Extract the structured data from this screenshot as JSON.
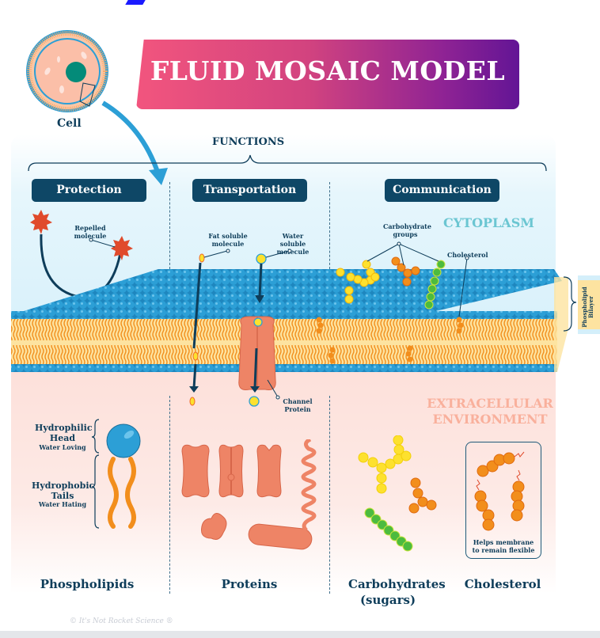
{
  "title": "FLUID MOSAIC MODEL",
  "cell_label": "Cell",
  "functions_heading": "FUNCTIONS",
  "sections": [
    {
      "label": "Protection"
    },
    {
      "label": "Transportation"
    },
    {
      "label": "Communication"
    }
  ],
  "annotations": {
    "repelled_molecule": "Repelled molecule",
    "fat_soluble": "Fat soluble molecule",
    "water_soluble": "Water soluble molecule",
    "carbohydrate_groups": "Carbohydrate groups",
    "cholesterol": "Cholesterol",
    "channel_protein": "Channel Protein",
    "phospholipid_bilayer": "Phospholipid Bilayer"
  },
  "regions": {
    "cytoplasm": "CYTOPLASM",
    "extracellular_line1": "EXTRACELLULAR",
    "extracellular_line2": "ENVIRONMENT"
  },
  "phospholipid_parts": {
    "head_title": "Hydrophilic Head",
    "head_sub": "Water Loving",
    "tails_title": "Hydrophobic Tails",
    "tails_sub": "Water Hating"
  },
  "cholesterol_note": "Helps membrane to remain flexible",
  "components": [
    {
      "label": "Phospholipids"
    },
    {
      "label": "Proteins"
    },
    {
      "label": "Carbohydrates (sugars)"
    },
    {
      "label": "Cholesterol"
    }
  ],
  "credit": "© It's Not Rocket Science ®",
  "colors": {
    "navy": "#0e3d5a",
    "head_blue": "#2c9fd6",
    "tail_orange": "#f28e1c",
    "bilayer_yellow": "#fde3a0",
    "protein": "#ee8466",
    "cytoplasm_teal": "#6bc6d2",
    "extracellular_salmon": "#f9b09c",
    "carb_yellow": "#fde12e",
    "carb_green": "#4cbb3f"
  }
}
